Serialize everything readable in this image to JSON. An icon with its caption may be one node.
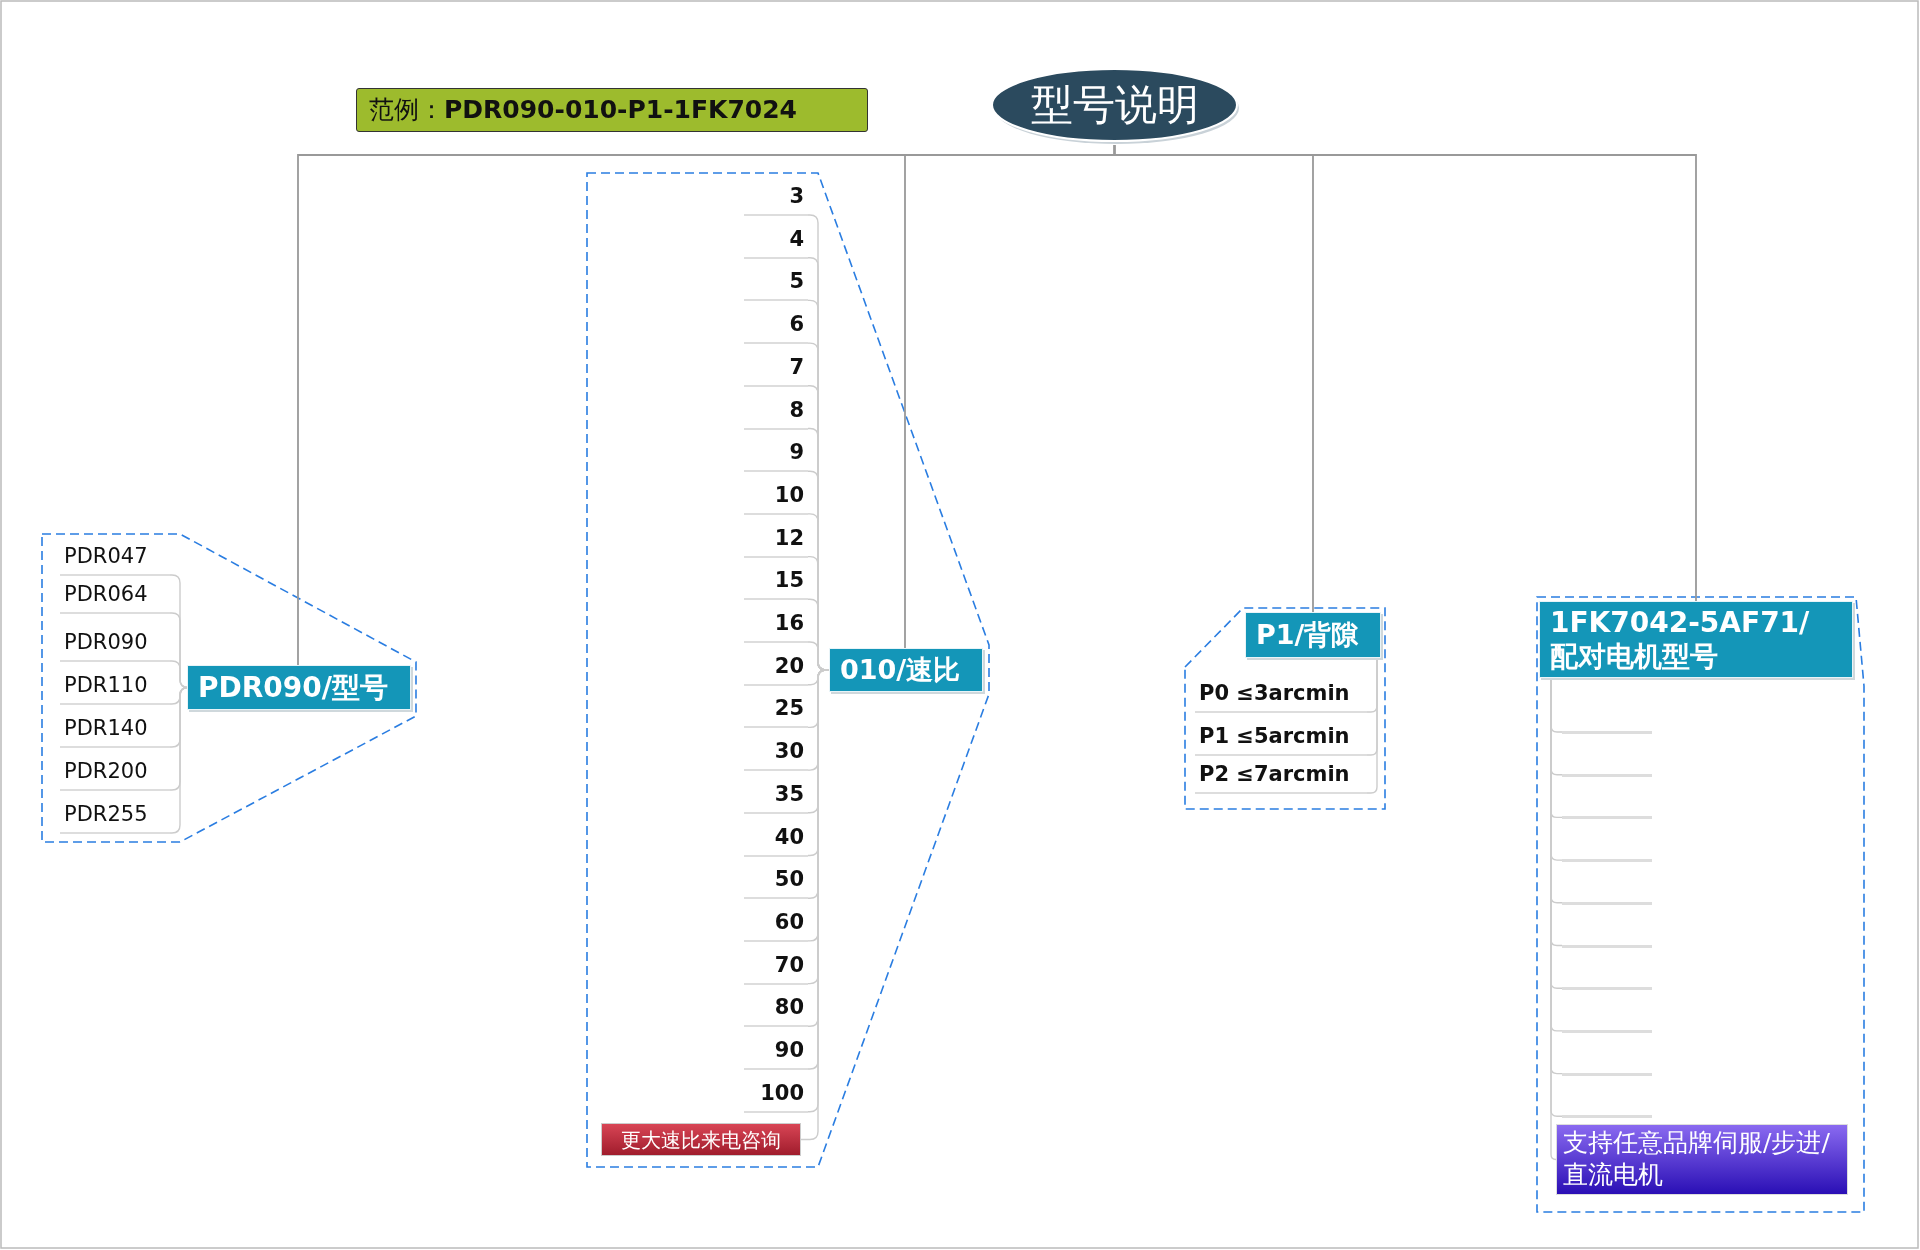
{
  "diagram": {
    "nodes": [
      {
        "text": [
          "型号说明"
        ]
      },
      {
        "text": [
          "PDR090/型号"
        ]
      },
      {
        "text": [
          "PDR047"
        ]
      },
      {
        "text": [
          "PDR064"
        ]
      },
      {
        "text": [
          "PDR090"
        ]
      },
      {
        "text": [
          "PDR110"
        ]
      },
      {
        "text": [
          "PDR140"
        ]
      },
      {
        "text": [
          "PDR200"
        ]
      },
      {
        "text": [
          "PDR255"
        ]
      },
      {
        "text": [
          "010/速比"
        ]
      },
      {
        "text": [
          "3"
        ]
      },
      {
        "text": [
          "4"
        ]
      },
      {
        "text": [
          "5"
        ]
      },
      {
        "text": [
          "6"
        ]
      },
      {
        "text": [
          "7"
        ]
      },
      {
        "text": [
          "8"
        ]
      },
      {
        "text": [
          "9"
        ]
      },
      {
        "text": [
          "10"
        ]
      },
      {
        "text": [
          "12"
        ]
      },
      {
        "text": [
          "15"
        ]
      },
      {
        "text": [
          "16"
        ]
      },
      {
        "text": [
          "20"
        ]
      },
      {
        "text": [
          "25"
        ]
      },
      {
        "text": [
          "30"
        ]
      },
      {
        "text": [
          "35"
        ]
      },
      {
        "text": [
          "40"
        ]
      },
      {
        "text": [
          "50"
        ]
      },
      {
        "text": [
          "60"
        ]
      },
      {
        "text": [
          "70"
        ]
      },
      {
        "text": [
          "80"
        ]
      },
      {
        "text": [
          "90"
        ]
      },
      {
        "text": [
          "100"
        ]
      },
      {
        "text": [
          "更大速比来电咨询"
        ]
      },
      {
        "text": [
          "P1/背隙"
        ]
      },
      {
        "text": [
          "P0 ≤3arcmin"
        ]
      },
      {
        "text": [
          "P1 ≤5arcmin"
        ]
      },
      {
        "text": [
          "P2 ≤7arcmin"
        ]
      },
      {
        "text": [
          "1FK7042-5AF71/配对电机型号"
        ]
      },
      {
        "text": [],
        "shape": "bar"
      },
      {
        "text": [],
        "shape": "bar"
      },
      {
        "text": [],
        "shape": "bar"
      },
      {
        "text": [],
        "shape": "bar"
      },
      {
        "text": [],
        "shape": "bar"
      },
      {
        "text": [],
        "shape": "bar"
      },
      {
        "text": [],
        "shape": "bar"
      },
      {
        "text": [],
        "shape": "bar"
      },
      {
        "text": [],
        "shape": "bar"
      },
      {
        "text": [],
        "shape": "bar"
      },
      {
        "text": [
          "支持任意品牌伺服/步进/直流电机"
        ]
      }
    ],
    "edges": [
      {
        "from": 0,
        "to": 1,
        "arrow": "none",
        "color": "#999999"
      },
      {
        "from": 0,
        "to": 9,
        "arrow": "none",
        "color": "#999999"
      },
      {
        "from": 0,
        "to": 33,
        "arrow": "none",
        "color": "#999999"
      },
      {
        "from": 0,
        "to": 37,
        "arrow": "none",
        "color": "#999999"
      },
      {
        "from": 1,
        "to": 2,
        "arrow": "none"
      },
      {
        "from": 1,
        "to": 3,
        "arrow": "none"
      },
      {
        "from": 1,
        "to": 4,
        "arrow": "none"
      },
      {
        "from": 1,
        "to": 5,
        "arrow": "none"
      },
      {
        "from": 1,
        "to": 6,
        "arrow": "none"
      },
      {
        "from": 1,
        "to": 7,
        "arrow": "none"
      },
      {
        "from": 1,
        "to": 8,
        "arrow": "none"
      },
      {
        "from": 9,
        "to": 10,
        "arrow": "none"
      },
      {
        "from": 9,
        "to": 11,
        "arrow": "none"
      },
      {
        "from": 9,
        "to": 12,
        "arrow": "none"
      },
      {
        "from": 9,
        "to": 13,
        "arrow": "none"
      },
      {
        "from": 9,
        "to": 14,
        "arrow": "none"
      },
      {
        "from": 9,
        "to": 15,
        "arrow": "none"
      },
      {
        "from": 9,
        "to": 16,
        "arrow": "none"
      },
      {
        "from": 9,
        "to": 17,
        "arrow": "none"
      },
      {
        "from": 9,
        "to": 18,
        "arrow": "none"
      },
      {
        "from": 9,
        "to": 19,
        "arrow": "none"
      },
      {
        "from": 9,
        "to": 20,
        "arrow": "none"
      },
      {
        "from": 9,
        "to": 21,
        "arrow": "none"
      },
      {
        "from": 9,
        "to": 22,
        "arrow": "none"
      },
      {
        "from": 9,
        "to": 23,
        "arrow": "none"
      },
      {
        "from": 9,
        "to": 24,
        "arrow": "none"
      },
      {
        "from": 9,
        "to": 25,
        "arrow": "none"
      },
      {
        "from": 9,
        "to": 26,
        "arrow": "none"
      },
      {
        "from": 9,
        "to": 27,
        "arrow": "none"
      },
      {
        "from": 9,
        "to": 28,
        "arrow": "none"
      },
      {
        "from": 9,
        "to": 29,
        "arrow": "none"
      },
      {
        "from": 9,
        "to": 30,
        "arrow": "none"
      },
      {
        "from": 9,
        "to": 31,
        "arrow": "none"
      },
      {
        "from": 9,
        "to": 32,
        "arrow": "none"
      },
      {
        "from": 33,
        "to": 34,
        "arrow": "none"
      },
      {
        "from": 33,
        "to": 35,
        "arrow": "none"
      },
      {
        "from": 33,
        "to": 36,
        "arrow": "none"
      },
      {
        "from": 37,
        "to": 38,
        "arrow": "none"
      },
      {
        "from": 37,
        "to": 39,
        "arrow": "none"
      },
      {
        "from": 37,
        "to": 40,
        "arrow": "none"
      },
      {
        "from": 37,
        "to": 41,
        "arrow": "none"
      },
      {
        "from": 37,
        "to": 42,
        "arrow": "none"
      },
      {
        "from": 37,
        "to": 43,
        "arrow": "none"
      },
      {
        "from": 37,
        "to": 44,
        "arrow": "none"
      },
      {
        "from": 37,
        "to": 45,
        "arrow": "none"
      },
      {
        "from": 37,
        "to": 46,
        "arrow": "none"
      },
      {
        "from": 37,
        "to": 47,
        "arrow": "none"
      },
      {
        "from": 37,
        "to": 48,
        "arrow": "none"
      }
    ],
    "labels": [
      "范例：**PDR090-010-P1-1FK7024**"
    ]
  }
}
